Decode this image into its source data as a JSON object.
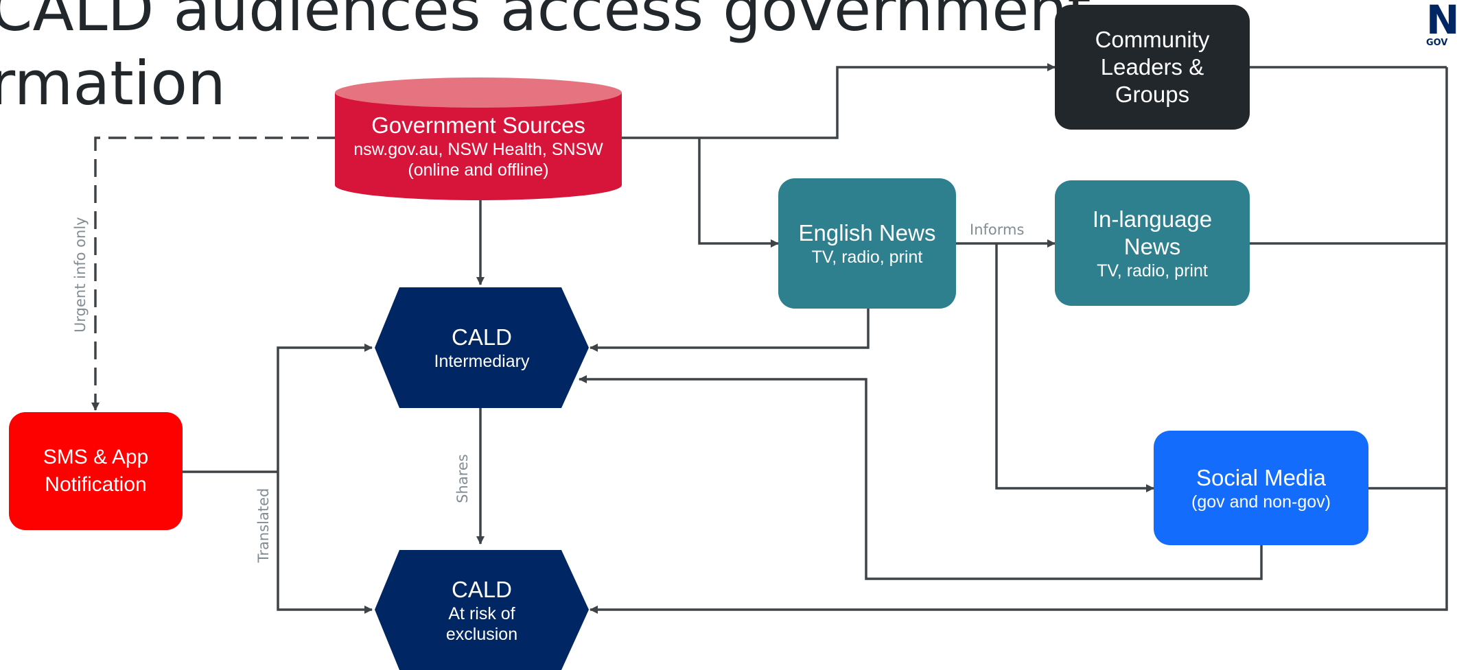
{
  "title": {
    "line1": "CALD audiences access government",
    "line2": "rmation"
  },
  "logo": {
    "letter": "N",
    "subtext": "GOV"
  },
  "colors": {
    "gov_sources": "#d7153a",
    "gov_sources_top": "#e57380",
    "community": "#22272b",
    "news": "#2e808e",
    "cald": "#002664",
    "sms": "#fd0000",
    "social": "#146cfd",
    "line": "#3e4347",
    "label": "#828c93"
  },
  "nodes": {
    "gov_sources": {
      "title": "Government Sources",
      "sub1": "nsw.gov.au, NSW Health, SNSW",
      "sub2": "(online and offline)"
    },
    "community": {
      "line1": "Community",
      "line2": "Leaders &",
      "line3": "Groups"
    },
    "english_news": {
      "title": "English News",
      "sub": "TV, radio, print"
    },
    "in_language_news": {
      "line1": "In-language",
      "line2": "News",
      "sub": "TV, radio, print"
    },
    "cald_intermediary": {
      "title": "CALD",
      "sub": "Intermediary"
    },
    "cald_risk": {
      "title": "CALD",
      "sub1": "At risk of",
      "sub2": "exclusion"
    },
    "sms": {
      "line1": "SMS & App",
      "line2": "Notification"
    },
    "social_media": {
      "title": "Social Media",
      "sub": "(gov and non-gov)"
    }
  },
  "edge_labels": {
    "urgent": "Urgent info only",
    "informs": "Informs",
    "shares": "Shares",
    "translated": "Translated"
  }
}
